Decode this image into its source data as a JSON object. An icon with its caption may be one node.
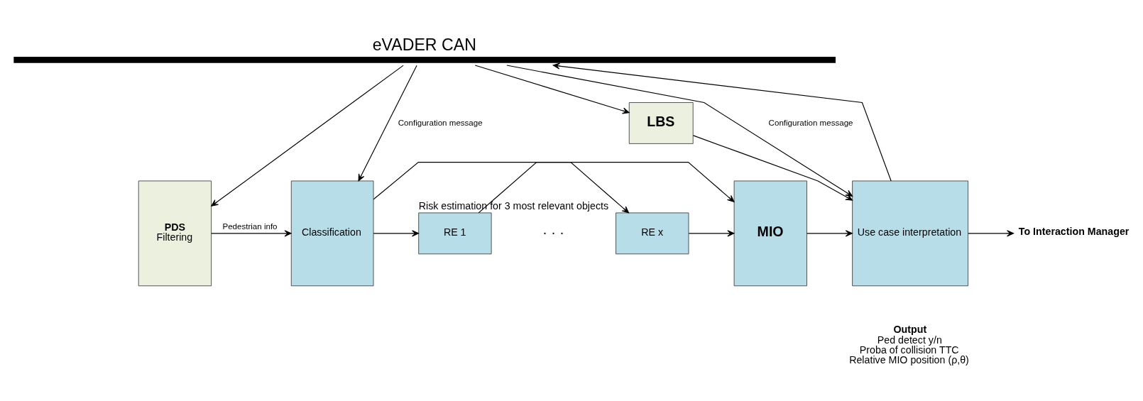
{
  "diagram": {
    "nodes": [
      {
        "text": [
          "eVADER CAN"
        ]
      },
      {
        "text": [
          "PDS",
          "Filtering"
        ]
      },
      {
        "text": [
          "Classification"
        ]
      },
      {
        "text": [
          "RE 1"
        ],
        "beside": [
          "Risk estimation for 3 most relevant objects"
        ]
      },
      {
        "text": [
          "RE x"
        ]
      },
      {
        "text": [
          "MIO"
        ]
      },
      {
        "text": [
          "LBS"
        ]
      },
      {
        "text": [
          "Use case interpretation"
        ]
      },
      {
        "text": [
          "To Interaction Manager"
        ]
      }
    ],
    "edges": [
      {
        "from": 0,
        "to": 1,
        "arrow": "to"
      },
      {
        "from": 0,
        "to": 2,
        "arrow": "to",
        "label": "Configuration message"
      },
      {
        "from": 0,
        "to": 6,
        "arrow": "to"
      },
      {
        "from": 0,
        "to": 7,
        "arrow": "to",
        "label": "Configuration message"
      },
      {
        "from": 1,
        "to": 2,
        "arrow": "to",
        "label": "Pedestrian info"
      },
      {
        "from": 2,
        "to": 3,
        "arrow": "to"
      },
      {
        "from": 2,
        "to": 4,
        "arrow": "to"
      },
      {
        "from": 3,
        "to": 5,
        "arrow": "to"
      },
      {
        "from": 4,
        "to": 5,
        "arrow": "to"
      },
      {
        "from": 5,
        "to": 7,
        "arrow": "to"
      },
      {
        "from": 6,
        "to": 7,
        "arrow": "to"
      },
      {
        "from": 7,
        "to": 8,
        "arrow": "to"
      },
      {
        "from": 7,
        "to": 0,
        "arrow": "to"
      }
    ],
    "labels": [
      "· · ·",
      "Output",
      "Ped detect y/n",
      "Proba of collision TTC",
      "Relative MIO position (ρ,θ)"
    ]
  }
}
